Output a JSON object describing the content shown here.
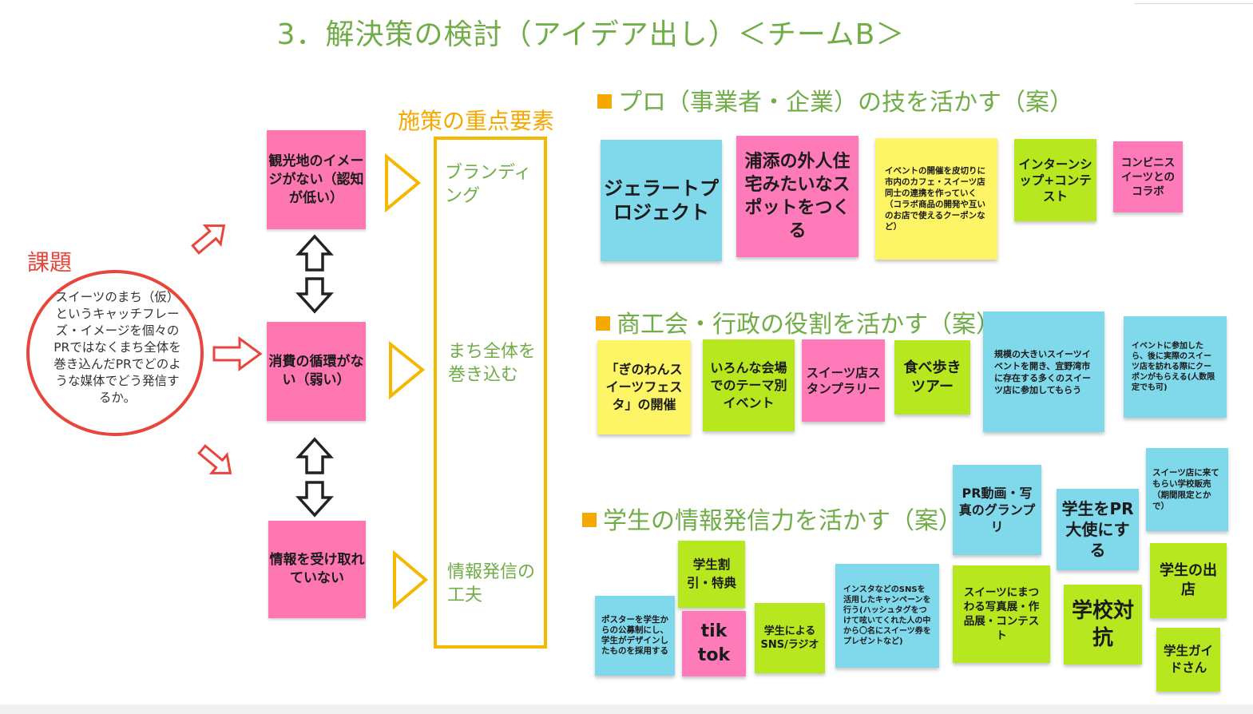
{
  "title": "3．解決策の検討（アイデア出し）＜チームB＞",
  "issue": {
    "label": "課題",
    "text": "スイーツのまち（仮）というキャッチフレーズ・イメージを個々のPRではなくまち全体を巻き込んだPRでどのような媒体でどう発信するか。"
  },
  "problems": [
    "観光地のイメージがない（認知が低い）",
    "消費の循環がない（弱い）",
    "情報を受け取れていない"
  ],
  "key_elements": {
    "title": "施策の重点要素",
    "items": [
      "ブランディング",
      "まち全体を巻き込む",
      "情報発信の工夫"
    ]
  },
  "sections": {
    "pro": "プロ（事業者・企業）の技を活かす（案）",
    "gov": "商工会・行政の役割を活かす（案）",
    "student": "学生の情報発信力を活かす（案）"
  },
  "notes": {
    "pro": [
      "ジェラートプロジェクト",
      "浦添の外人住宅みたいなスポットをつくる",
      "イベントの開催を皮切りに市内のカフェ・スイーツ店同士の連携を作っていく（コラボ商品の開発や互いのお店で使えるクーポンなど）",
      "インターンシップ+コンテスト",
      "コンビニスイーツとのコラボ"
    ],
    "gov": [
      "「ぎのわんスイーツフェスタ」の開催",
      "いろんな会場でのテーマ別イベント",
      "スイーツ店スタンプラリー",
      "食べ歩きツアー",
      "規模の大きいスイーツイベントを開き、宜野湾市に存在する多くのスイーツ店に参加してもらう",
      "イベントに参加したら、後に実際のスイーツ店を訪れる際にクーポンがもらえる(人数限定でも可)"
    ],
    "student": [
      "PR動画・写真のグランプリ",
      "学生をPR大使にする",
      "スイーツ店に来てもらい学校販売（期間限定とかで）",
      "学生割引・特典",
      "ポスターを学生からの公募制にし、学生がデザインしたものを採用する",
      "tik tok",
      "学生によるSNS/ラジオ",
      "インスタなどのSNSを活用したキャンペーンを行う(ハッシュタグをつけて呟いてくれた人の中から〇名にスイーツ券をプレゼントなど)",
      "スイーツにまつわる写真展・作品展・コンテスト",
      "学校対抗",
      "学生の出店",
      "学生ガイドさん"
    ]
  },
  "colors": {
    "title_green": "#70ad47",
    "accent_orange": "#f5a800",
    "issue_red": "#e8453c",
    "problem_pink": "#ff77b0"
  }
}
